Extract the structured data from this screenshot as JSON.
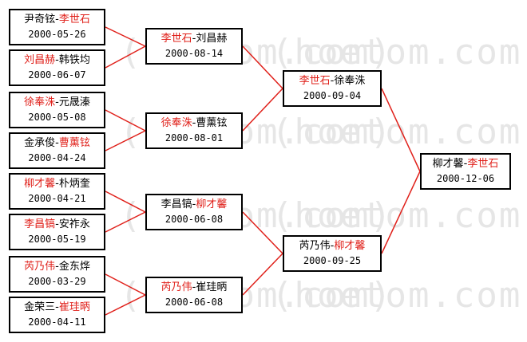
{
  "watermark": "(hoetom.com)",
  "colors": {
    "winner": "#e0201a",
    "line": "#e0201a",
    "border": "#000000",
    "text": "#000000"
  },
  "round1": [
    {
      "left": "尹奇铉",
      "right": "李世石",
      "winner": "right",
      "date": "2000-05-26"
    },
    {
      "left": "刘昌赫",
      "right": "韩铁均",
      "winner": "left",
      "date": "2000-06-07"
    },
    {
      "left": "徐奉洙",
      "right": "元晟溱",
      "winner": "left",
      "date": "2000-05-08"
    },
    {
      "left": "金承俊",
      "right": "曹薰铉",
      "winner": "right",
      "date": "2000-04-24"
    },
    {
      "left": "柳才馨",
      "right": "朴炳奎",
      "winner": "left",
      "date": "2000-04-21"
    },
    {
      "left": "李昌镐",
      "right": "安祚永",
      "winner": "left",
      "date": "2000-05-19"
    },
    {
      "left": "芮乃伟",
      "right": "金东烨",
      "winner": "left",
      "date": "2000-03-29"
    },
    {
      "left": "金荣三",
      "right": "崔珪昞",
      "winner": "right",
      "date": "2000-04-11"
    }
  ],
  "round2": [
    {
      "left": "李世石",
      "right": "刘昌赫",
      "winner": "left",
      "date": "2000-08-14"
    },
    {
      "left": "徐奉洙",
      "right": "曹薰铉",
      "winner": "left",
      "date": "2000-08-01"
    },
    {
      "left": "李昌镐",
      "right": "柳才馨",
      "winner": "right",
      "date": "2000-06-08"
    },
    {
      "left": "芮乃伟",
      "right": "崔珪昞",
      "winner": "left",
      "date": "2000-06-08"
    }
  ],
  "round3": [
    {
      "left": "李世石",
      "right": "徐奉洙",
      "winner": "left",
      "date": "2000-09-04"
    },
    {
      "left": "芮乃伟",
      "right": "柳才馨",
      "winner": "right",
      "date": "2000-09-25"
    }
  ],
  "final": [
    {
      "left": "柳才馨",
      "right": "李世石",
      "winner": "right",
      "date": "2000-12-06"
    }
  ]
}
